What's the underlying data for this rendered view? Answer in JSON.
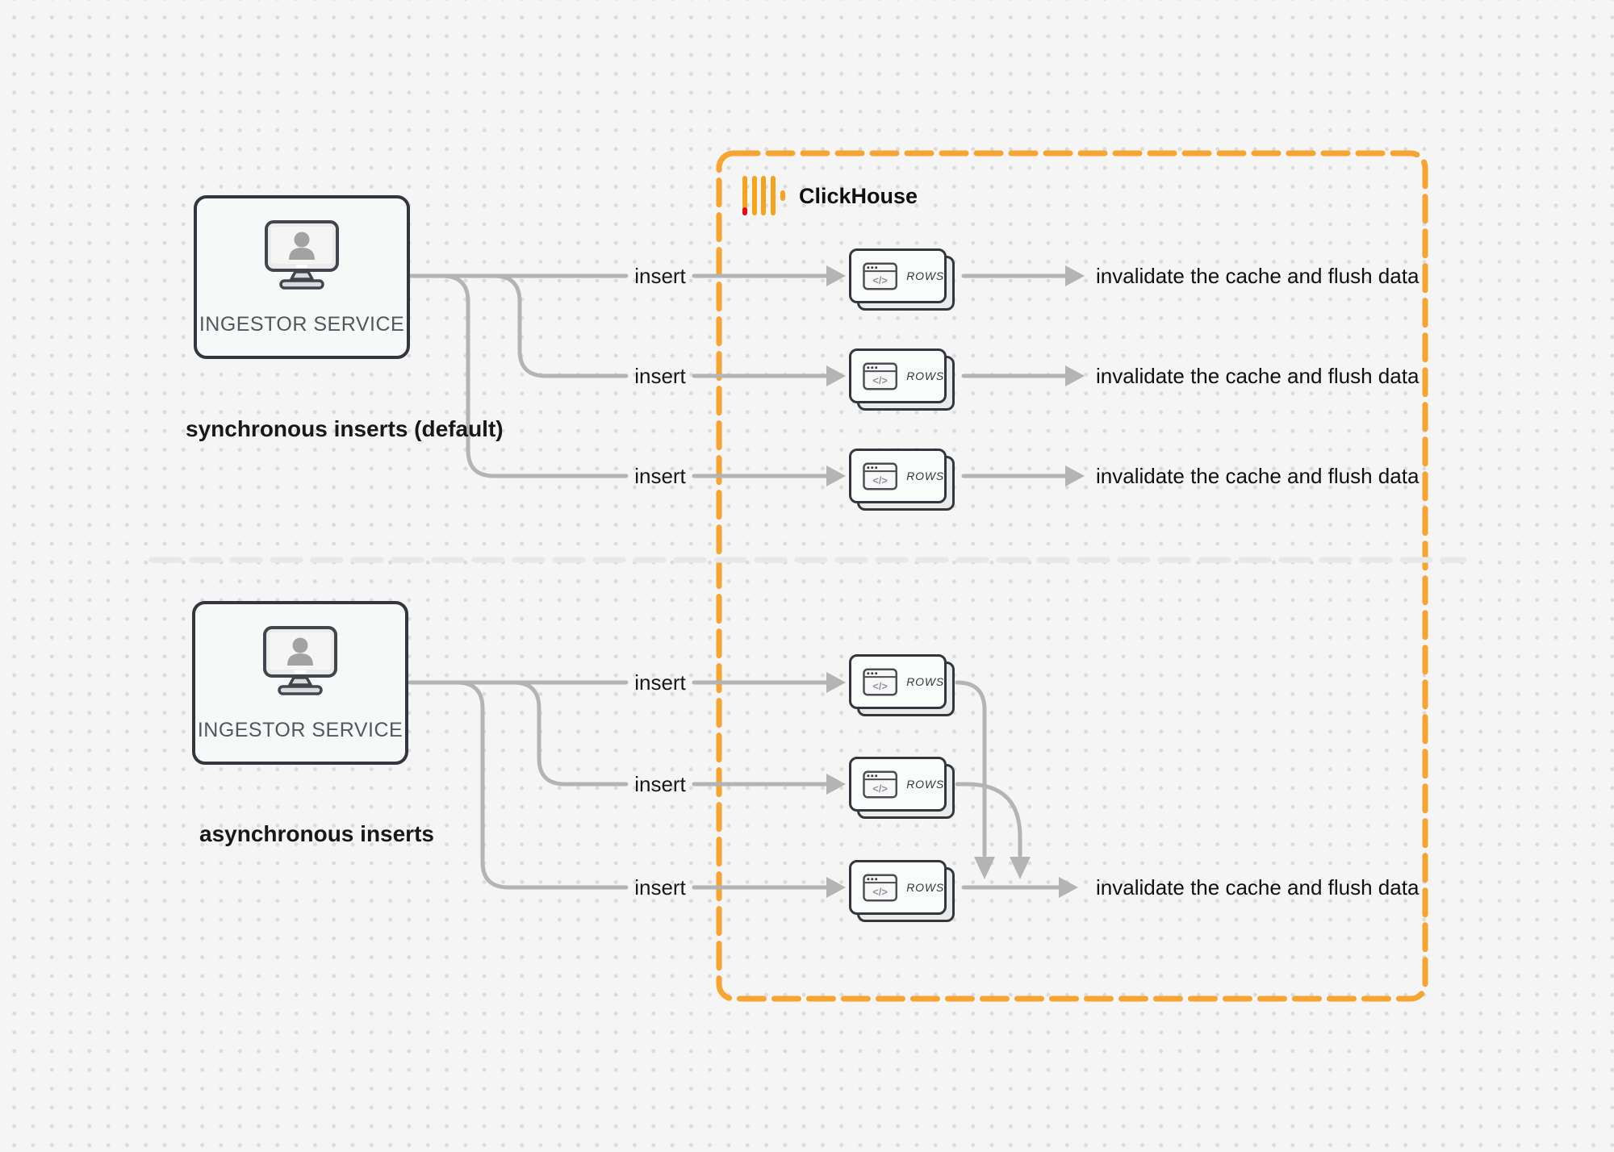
{
  "diagram": {
    "clickhouse_label": "ClickHouse",
    "ingestor_label": "INGESTOR SERVICE",
    "sync_section_label": "synchronous inserts (default)",
    "async_section_label": "asynchronous inserts",
    "insert_label": "insert",
    "invalidate_label": "invalidate the cache and flush data",
    "rows_label": "ROWS",
    "code_glyph": "</>"
  },
  "colors": {
    "background": "#f5f5f6",
    "dot_grid": "#dbdbdb",
    "connector_gray": "#b4b4b4",
    "outline_dark": "#33373d",
    "clickhouse_orange": "#f7a431",
    "clickhouse_red": "#e2081c",
    "divider_gray": "#e8e8e8"
  }
}
